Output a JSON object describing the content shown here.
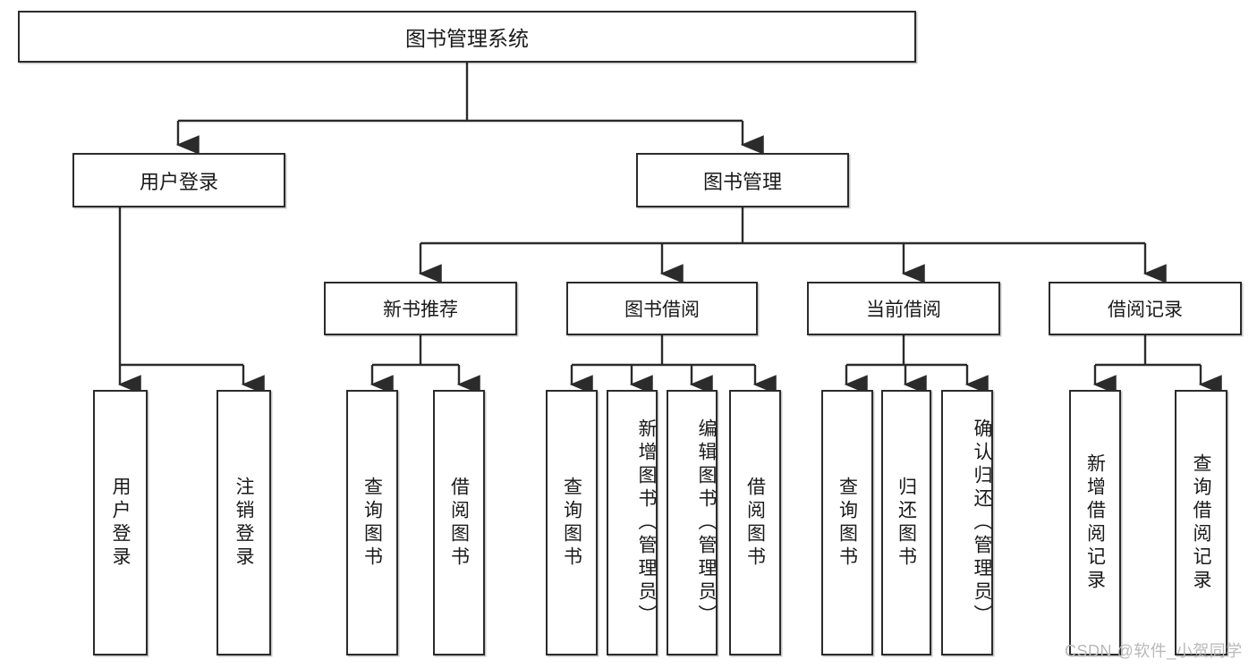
{
  "diagram": {
    "title_node": "图书管理系统",
    "type": "tree-hierarchy-diagram",
    "colors": {
      "box_border": "#2b2b2b",
      "box_fill": "#ffffff",
      "edge": "#2b2b2b",
      "text": "#1a1a1a",
      "watermark": "#b9b9b9"
    },
    "nodes": {
      "root": "图书管理系统",
      "level1": [
        "用户登录",
        "图书管理"
      ],
      "level2": [
        "新书推荐",
        "图书借阅",
        "当前借阅",
        "借阅记录"
      ],
      "leaves": {
        "user_login": [
          "用户登录",
          "注销登录"
        ],
        "new_book_recommend": [
          "查询图书",
          "借阅图书"
        ],
        "book_borrow": [
          "查询图书",
          "新增图书（管理员）",
          "编辑图书（管理员）",
          "借阅图书"
        ],
        "current_borrow": [
          "查询图书",
          "归还图书",
          "确认归还（管理员）"
        ],
        "borrow_record": [
          "新增借阅记录",
          "查询借阅记录"
        ]
      }
    }
  },
  "watermark": "CSDN @软件_小贺同学"
}
